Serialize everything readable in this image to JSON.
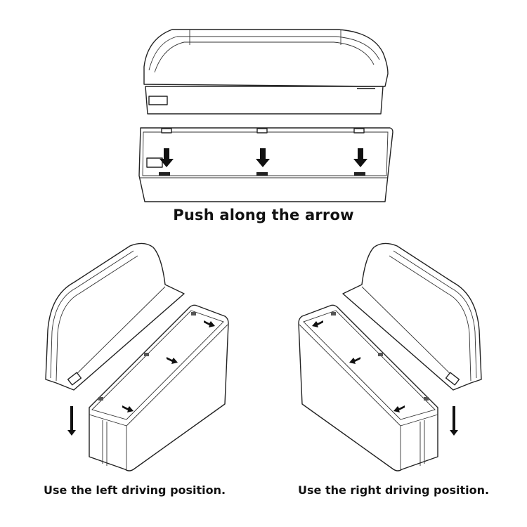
{
  "captions": {
    "top": "Push along the arrow",
    "left": "Use the left driving position.",
    "right": "Use the right driving position."
  },
  "figures": [
    {
      "id": "top",
      "description": "Lid above box, three downward arrows pushing lid into clips",
      "arrows": 3,
      "arrow_direction": "down"
    },
    {
      "id": "left",
      "description": "Left-hand orientation: lid hinged on left, box in front, three arrows pointing right, one down arrow",
      "arrows": 4
    },
    {
      "id": "right",
      "description": "Right-hand orientation: lid hinged on right, box in front, three arrows pointing left, one down arrow",
      "arrows": 4
    }
  ],
  "colors": {
    "line": "#222222",
    "background": "#ffffff",
    "text": "#111111"
  }
}
